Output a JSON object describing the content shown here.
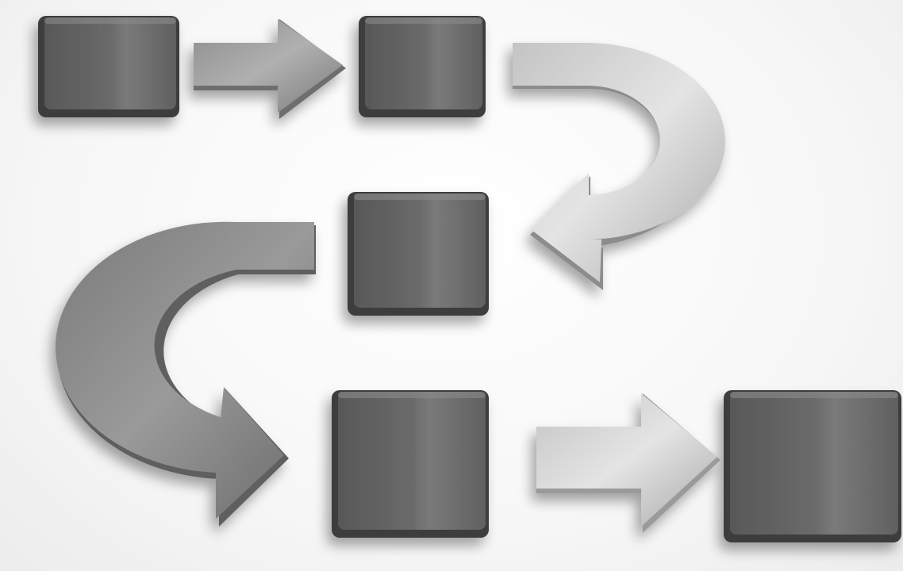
{
  "diagram": {
    "type": "process-flow",
    "layout": "serpentine",
    "colors": {
      "background": "#f6f6f6",
      "block": "#5a5a5a",
      "block_highlight": "#9a9a9a",
      "arrow_light": "#d9d9d9",
      "arrow_dark": "#8a8a8a"
    },
    "steps": [
      {
        "id": "step-1",
        "row": 1,
        "order": 1
      },
      {
        "id": "step-2",
        "row": 1,
        "order": 2
      },
      {
        "id": "step-3",
        "row": 2,
        "order": 3
      },
      {
        "id": "step-4",
        "row": 3,
        "order": 4
      },
      {
        "id": "step-5",
        "row": 3,
        "order": 5
      }
    ],
    "connectors": [
      {
        "from": "step-1",
        "to": "step-2",
        "shape": "straight-arrow",
        "direction": "right"
      },
      {
        "from": "step-2",
        "to": "step-3",
        "shape": "u-turn-arrow",
        "direction": "right-then-left"
      },
      {
        "from": "step-3",
        "to": "step-4",
        "shape": "u-turn-arrow",
        "direction": "left-then-right"
      },
      {
        "from": "step-4",
        "to": "step-5",
        "shape": "straight-arrow",
        "direction": "right"
      }
    ]
  }
}
